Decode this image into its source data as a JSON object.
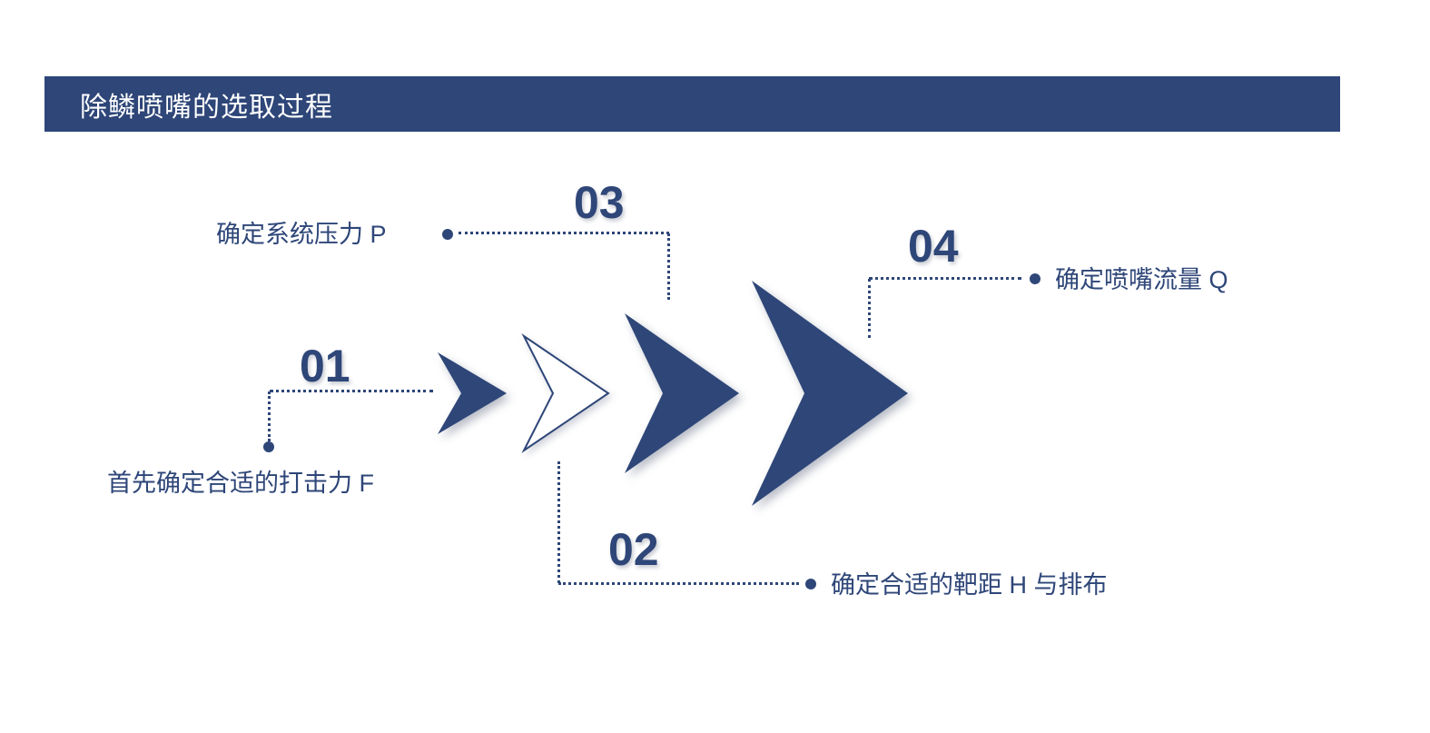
{
  "slide": {
    "title": "除鳞喷嘴的选取过程",
    "colors": {
      "primary": "#2e4678",
      "background": "#ffffff",
      "title_text": "#ffffff"
    },
    "steps": [
      {
        "number": "01",
        "label": "首先确定合适的打击力 F"
      },
      {
        "number": "02",
        "label": "确定合适的靶距 H 与排布"
      },
      {
        "number": "03",
        "label": "确定系统压力 P"
      },
      {
        "number": "04",
        "label": "确定喷嘴流量 Q"
      }
    ],
    "icons": [
      "chevron-small-icon",
      "chevron-outline-icon",
      "chevron-medium-icon",
      "chevron-large-icon"
    ]
  }
}
